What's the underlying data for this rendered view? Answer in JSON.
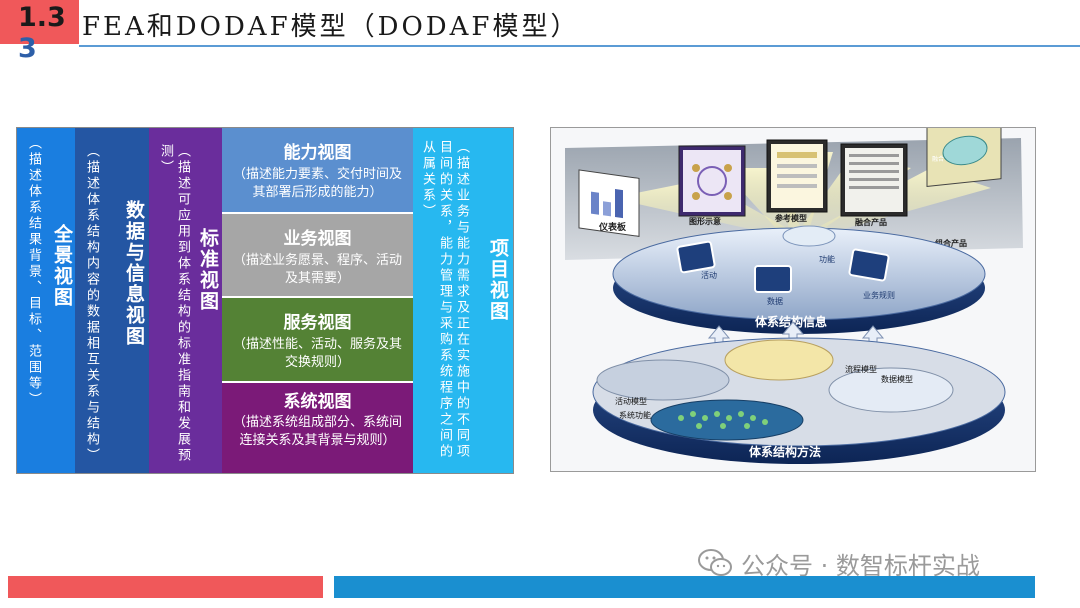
{
  "header": {
    "section_num": "1.3",
    "section_num_extra": "3",
    "title": "FEA和DODAF模型（DODAF模型）"
  },
  "views": {
    "all_view": {
      "title": "全景视图",
      "desc": "（描述体系结果背景、目标、范围等）",
      "color": "#1a7ee0"
    },
    "data_view": {
      "title": "数据与信息视图",
      "desc": "（描述体系结构内容的数据相互关系与结构）",
      "color": "#2456a3"
    },
    "std_view": {
      "title": "标准视图",
      "desc": "（描述可应用到体系结构的标准指南和发展预测）",
      "color": "#6a2d9c"
    },
    "capability": {
      "title": "能力视图",
      "desc": "（描述能力要素、交付时间及其部署后形成的能力）",
      "color": "#5b8fcf"
    },
    "operational": {
      "title": "业务视图",
      "desc": "（描述业务愿景、程序、活动及其需要）",
      "color": "#a6a6a6"
    },
    "service": {
      "title": "服务视图",
      "desc": "（描述性能、活动、服务及其交换规则）",
      "color": "#548235"
    },
    "systems": {
      "title": "系统视图",
      "desc": "（描述系统组成部分、系统间连接关系及其背景与规则）",
      "color": "#7b1a78"
    },
    "project": {
      "title": "项目视图",
      "desc": "（描述业务与能力需求及正在实施中的不同项目间的关系，能力管理与采购系统程序之间的从属关系）",
      "color": "#27b8f0"
    }
  },
  "diagram": {
    "cards": [
      "仪表板",
      "图形示意",
      "参考模型",
      "融合产品",
      "组合产品"
    ],
    "card_header": "融合",
    "info_layer": {
      "title": "体系结构信息",
      "items": [
        "活动",
        "功能",
        "数据",
        "业务规则"
      ]
    },
    "method_layer": {
      "title": "体系结构方法",
      "items": [
        "流程模型",
        "数据模型",
        "活动模型",
        "系统功能"
      ]
    }
  },
  "watermark": {
    "text": "公众号 · 数智标杆实战"
  },
  "colors": {
    "accent_red": "#f0585a",
    "accent_blue": "#1a8fd0",
    "header_line": "#5b9bd5"
  }
}
